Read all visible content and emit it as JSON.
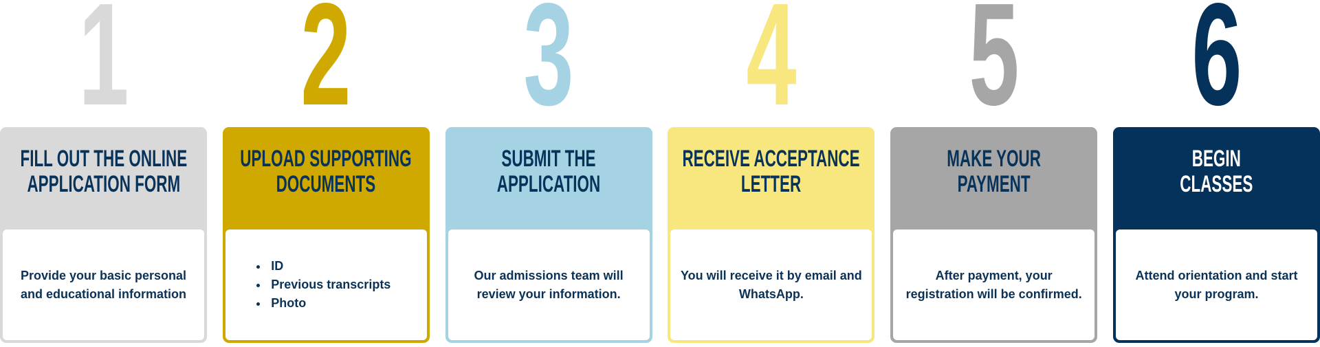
{
  "steps": [
    {
      "number": "1",
      "color": "#d9d9d9",
      "title_color": "#07325a",
      "title": [
        "FILL OUT THE ONLINE",
        "APPLICATION FORM"
      ],
      "description": "Provide your basic personal and educational information"
    },
    {
      "number": "2",
      "color": "#d0a900",
      "title_color": "#07325a",
      "title": [
        "UPLOAD SUPPORTING",
        "DOCUMENTS"
      ],
      "bullets": [
        "ID",
        "Previous transcripts",
        "Photo"
      ]
    },
    {
      "number": "3",
      "color": "#a6d3e3",
      "title_color": "#07325a",
      "title": [
        "SUBMIT THE",
        "APPLICATION"
      ],
      "description": "Our admissions team will review your information."
    },
    {
      "number": "4",
      "color": "#f8e67e",
      "title_color": "#07325a",
      "title": [
        "RECEIVE ACCEPTANCE",
        "LETTER"
      ],
      "description": "You will receive it by email and WhatsApp."
    },
    {
      "number": "5",
      "color": "#a6a6a6",
      "title_color": "#07325a",
      "title": [
        "MAKE YOUR",
        "PAYMENT"
      ],
      "description": "After payment, your registration will be confirmed."
    },
    {
      "number": "6",
      "color": "#04325a",
      "title_color": "#ffffff",
      "title": [
        "BEGIN",
        "CLASSES"
      ],
      "description": "Attend orientation and start your program."
    }
  ]
}
